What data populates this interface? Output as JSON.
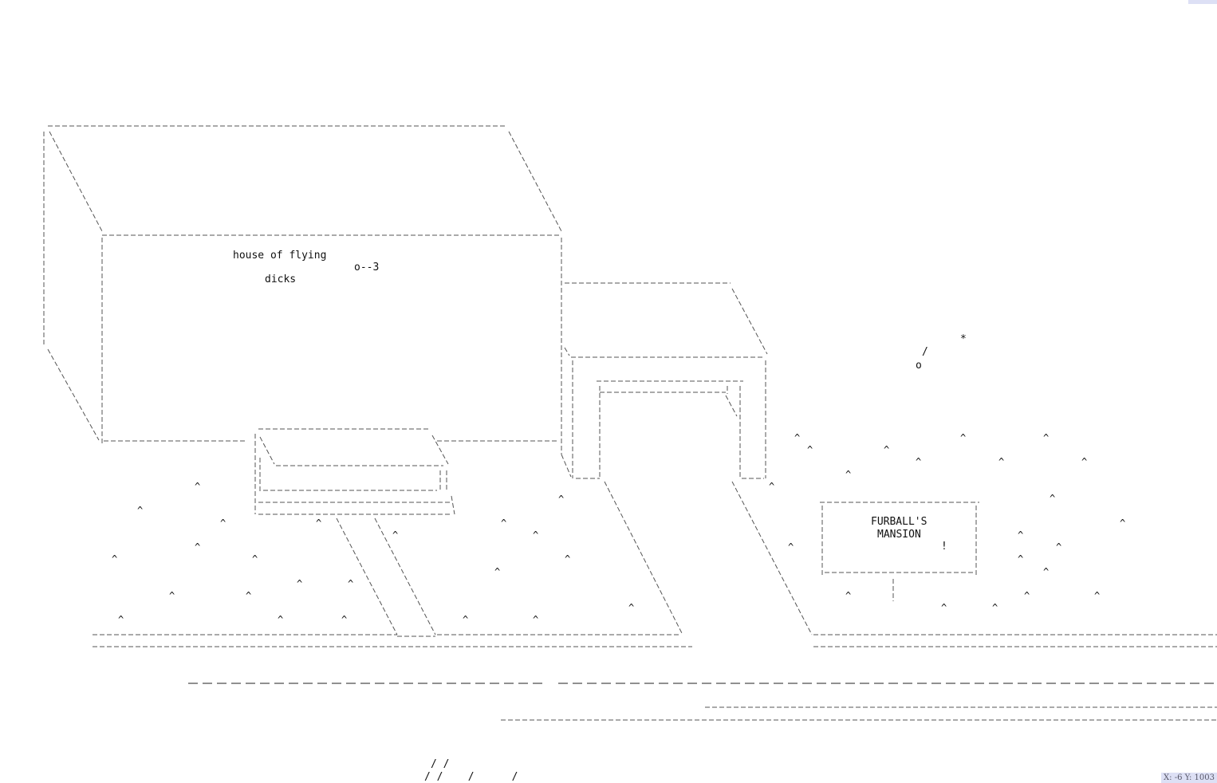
{
  "house": {
    "title_line1": "house of flying",
    "title_line2": "dicks",
    "flyer": "o--3"
  },
  "sky": {
    "star": "*",
    "stick": "/",
    "ball": "o"
  },
  "sign": {
    "line1": "FURBALL'S",
    "line2": "MANSION",
    "mark": "!"
  },
  "grass_glyph": "^",
  "footer_slashes": {
    "line1": "/ /",
    "line2": "/ /    /      /"
  },
  "coords": {
    "label": "X: -6 Y: 1003"
  }
}
